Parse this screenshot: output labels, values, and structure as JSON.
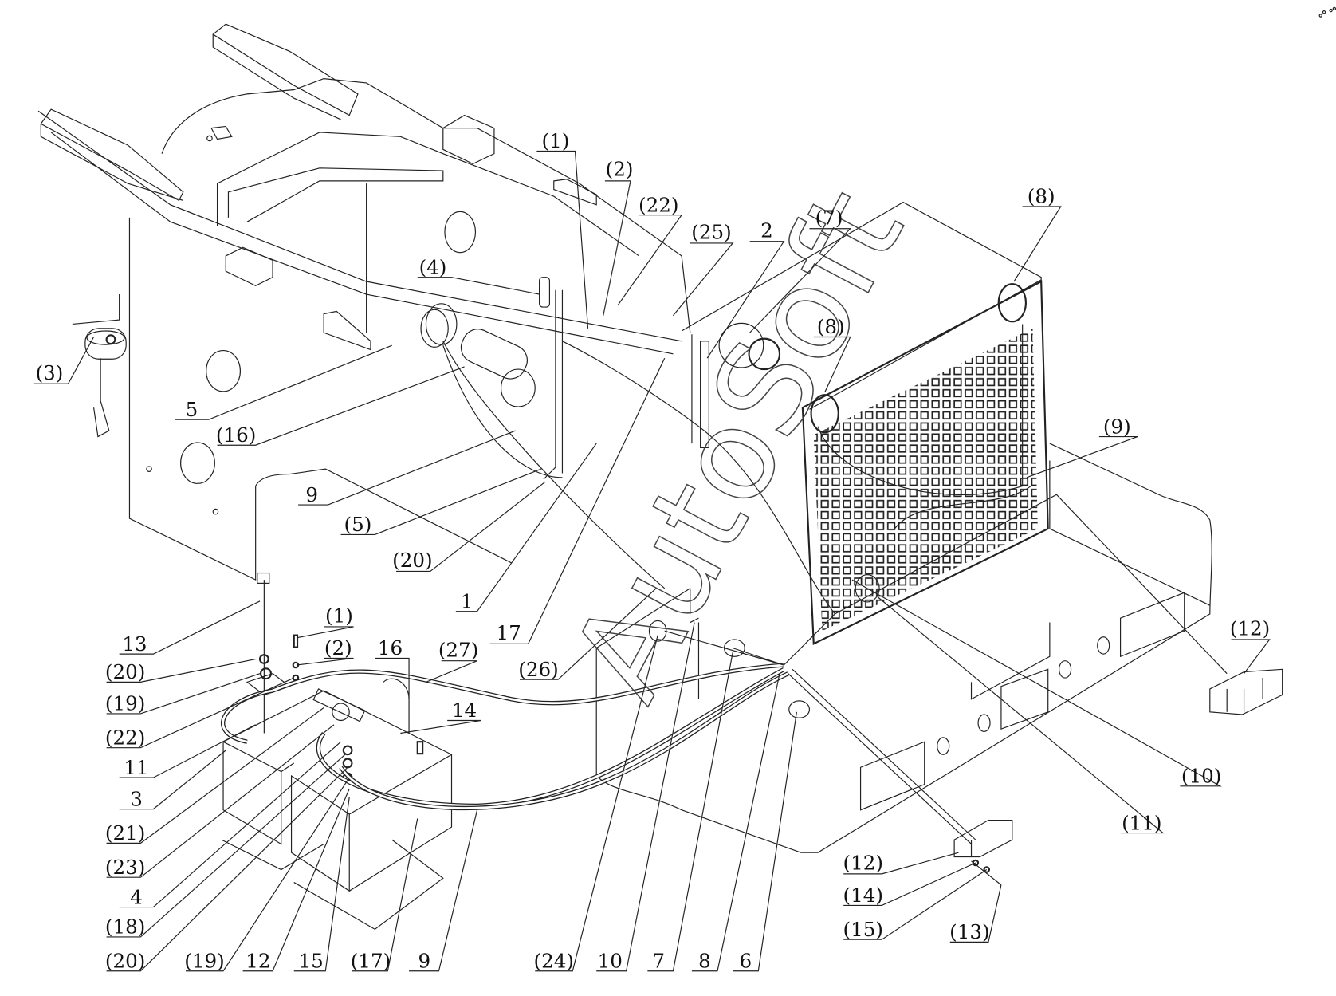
{
  "watermark": "AutoSoft",
  "labels": {
    "t1": "(1)",
    "t2": "(2)",
    "t22": "(22)",
    "t25": "(25)",
    "t2b": "2",
    "t7": "(7)",
    "t8a": "(8)",
    "t8b": "(8)",
    "t4": "(4)",
    "t3": "(3)",
    "t5": "5",
    "t16": "(16)",
    "t9": "9",
    "t5b": "(5)",
    "t9b": "(9)",
    "t20": "(20)",
    "t1b": "1",
    "t17": "17",
    "t26": "(26)",
    "t27": "(27)",
    "t16b": "16",
    "t14": "14",
    "l13": "13",
    "l1": "(1)",
    "l2": "(2)",
    "l20": "(20)",
    "l19": "(19)",
    "l22": "(22)",
    "l11": "11",
    "l3": "3",
    "l21": "(21)",
    "l23": "(23)",
    "l4": "4",
    "l18": "(18)",
    "b20": "(20)",
    "b19": "(19)",
    "b12": "12",
    "b15": "15",
    "b17": "(17)",
    "b9": "9",
    "b24": "(24)",
    "b10": "10",
    "b7": "7",
    "b8": "8",
    "b6": "6",
    "r12a": "(12)",
    "r10": "(10)",
    "r11": "(11)",
    "r12b": "(12)",
    "r14": "(14)",
    "r15": "(15)",
    "r13": "(13)"
  }
}
